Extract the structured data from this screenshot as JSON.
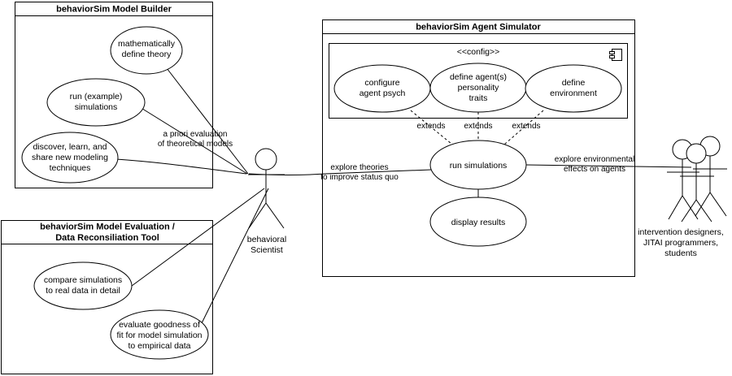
{
  "systems": {
    "model_builder": {
      "title": "behaviorSim Model Builder"
    },
    "agent_simulator": {
      "title": "behaviorSim Agent Simulator"
    },
    "model_evaluation": {
      "title_line1": "behaviorSim Model Evaluation /",
      "title_line2": "Data Reconsiliation Tool"
    }
  },
  "config_package": {
    "stereotype": "<<config>>",
    "icon": "component-icon"
  },
  "use_cases": {
    "math_define": [
      "mathematically",
      "define theory"
    ],
    "run_example": [
      "run (example)",
      "simulations"
    ],
    "discover": [
      "discover, learn, and",
      "share new modeling",
      "techniques"
    ],
    "configure_psych": [
      "configure",
      "agent psych"
    ],
    "define_personality": [
      "define agent(s)",
      "personality",
      "traits"
    ],
    "define_environment": [
      "define",
      "environment"
    ],
    "run_simulations": [
      "run simulations"
    ],
    "display_results": [
      "display results"
    ],
    "compare": [
      "compare simulations",
      "to real data in detail"
    ],
    "evaluate": [
      "evaluate goodness of",
      "fit for model simulation",
      "to empirical data"
    ]
  },
  "actors": {
    "scientist": {
      "label": [
        "behavioral",
        "Scientist"
      ]
    },
    "designers": {
      "label": [
        "intervention designers,",
        "JITAI programmers,",
        "students"
      ]
    }
  },
  "labels": {
    "apriori": [
      "a priori evaluation",
      "of theoretical models"
    ],
    "explore_theories": [
      "explore theories",
      "to improve status quo"
    ],
    "explore_env": [
      "explore environmental",
      "effects on agents"
    ],
    "extends": "extends"
  }
}
